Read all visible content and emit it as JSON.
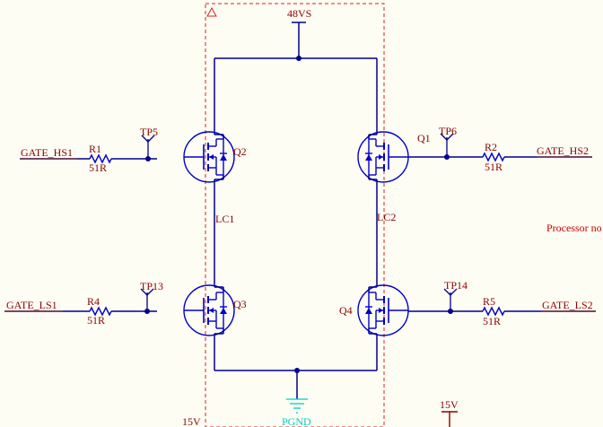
{
  "colors": {
    "background": "#fdfdf3",
    "wire": "#00008b",
    "component": "#0000cc",
    "label": "#8b0000",
    "net_label": "#6b1010",
    "region_border": "#e02020",
    "note": "#cc0000",
    "pgnd": "#00cccc"
  },
  "nets": {
    "top_supply": "48VS",
    "ground": "PGND",
    "gate_hs1": "GATE_HS1",
    "gate_hs2": "GATE_HS2",
    "gate_ls1": "GATE_LS1",
    "gate_ls2": "GATE_LS2",
    "supply_15v_left": "15V",
    "supply_15v_right": "15V"
  },
  "resistors": {
    "r1": {
      "ref": "R1",
      "value": "51R"
    },
    "r2": {
      "ref": "R2",
      "value": "51R"
    },
    "r4": {
      "ref": "R4",
      "value": "51R"
    },
    "r5": {
      "ref": "R5",
      "value": "51R"
    }
  },
  "test_points": {
    "tp5": "TP5",
    "tp6": "TP6",
    "tp13": "TP13",
    "tp14": "TP14"
  },
  "transistors": {
    "q1": "Q1",
    "q2": "Q2",
    "q3": "Q3",
    "q4": "Q4"
  },
  "nodes": {
    "lc1": "LC1",
    "lc2": "LC2"
  },
  "note": "Processor no"
}
